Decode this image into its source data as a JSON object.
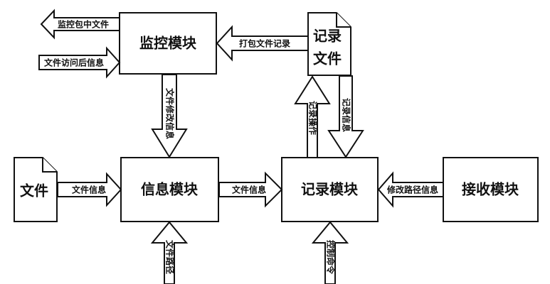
{
  "modules": {
    "monitor": "监控模块",
    "info": "信息模块",
    "record": "记录模块",
    "receive": "接收模块"
  },
  "documents": {
    "file": "文件",
    "record_file_line1": "记录",
    "record_file_line2": "文件"
  },
  "arrows": {
    "monitor_package_file": "监控包中文件",
    "file_access_info": "文件访问后信息",
    "package_file_record": "打包文件记录",
    "file_modify_info": "文件修改信息",
    "record_operation": "记录操作",
    "record_info": "记录信息",
    "file_info_in": "文件信息",
    "file_info_to_record": "文件信息",
    "modify_path_info": "修改路径信息",
    "file_path": "文件路径",
    "control_command": "控制命令"
  }
}
